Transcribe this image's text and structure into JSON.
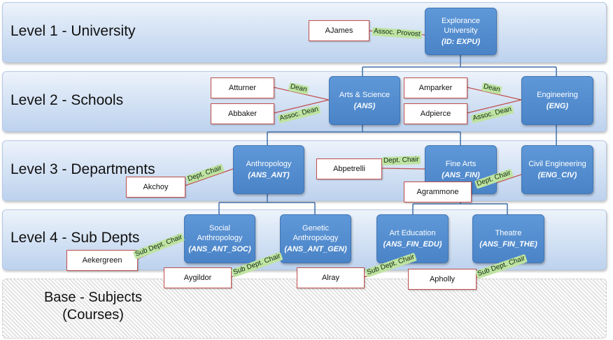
{
  "levels": [
    {
      "label": "Level 1 - University"
    },
    {
      "label": "Level 2 - Schools"
    },
    {
      "label": "Level 3 - Departments"
    },
    {
      "label": "Level 4 - Sub Depts"
    }
  ],
  "base": {
    "line1": "Base - Subjects",
    "line2": "(Courses)"
  },
  "units": {
    "university": {
      "name": "Explorance University",
      "code": "(ID: EXPU)"
    },
    "arts_science": {
      "name": "Arts & Science",
      "code": "(ANS)"
    },
    "engineering": {
      "name": "Engineering",
      "code": "(ENG)"
    },
    "anthropology": {
      "name": "Anthropology",
      "code": "(ANS_ANT)"
    },
    "fine_arts": {
      "name": "Fine Arts",
      "code": "(ANS_FIN)"
    },
    "civil_engineering": {
      "name": "Civil Engineering",
      "code": "(ENG_CIV)"
    },
    "social_anthropology": {
      "name": "Social Anthropology",
      "code": "(ANS_ANT_SOC)"
    },
    "genetic_anthropology": {
      "name": "Genetic Anthropology",
      "code": "(ANS_ANT_GEN)"
    },
    "art_education": {
      "name": "Art Education",
      "code": "(ANS_FIN_EDU)"
    },
    "theatre": {
      "name": "Theatre",
      "code": "(ANS_FIN_THE)"
    }
  },
  "people": {
    "ajames": "AJames",
    "atturner": "Atturner",
    "abbaker": "Abbaker",
    "amparker": "Amparker",
    "adpierce": "Adpierce",
    "akchoy": "Akchoy",
    "abpetrelli": "Abpetrelli",
    "agrammone": "Agrammone",
    "aekergreen": "Aekergreen",
    "aygildor": "Aygildor",
    "alray": "Alray",
    "apholly": "Apholly"
  },
  "roles": {
    "assoc_provost": "Assoc. Provost",
    "dean": "Dean",
    "assoc_dean": "Assoc. Dean",
    "dept_chair": "Dept. Chair",
    "sub_dept_chair": "Sub Dept. Chair"
  },
  "colors": {
    "unit_fill": "#4f8bcd",
    "person_border": "#c0504d",
    "role_label_bg": "#bfe3a2",
    "connector": "#3f6fa8"
  }
}
